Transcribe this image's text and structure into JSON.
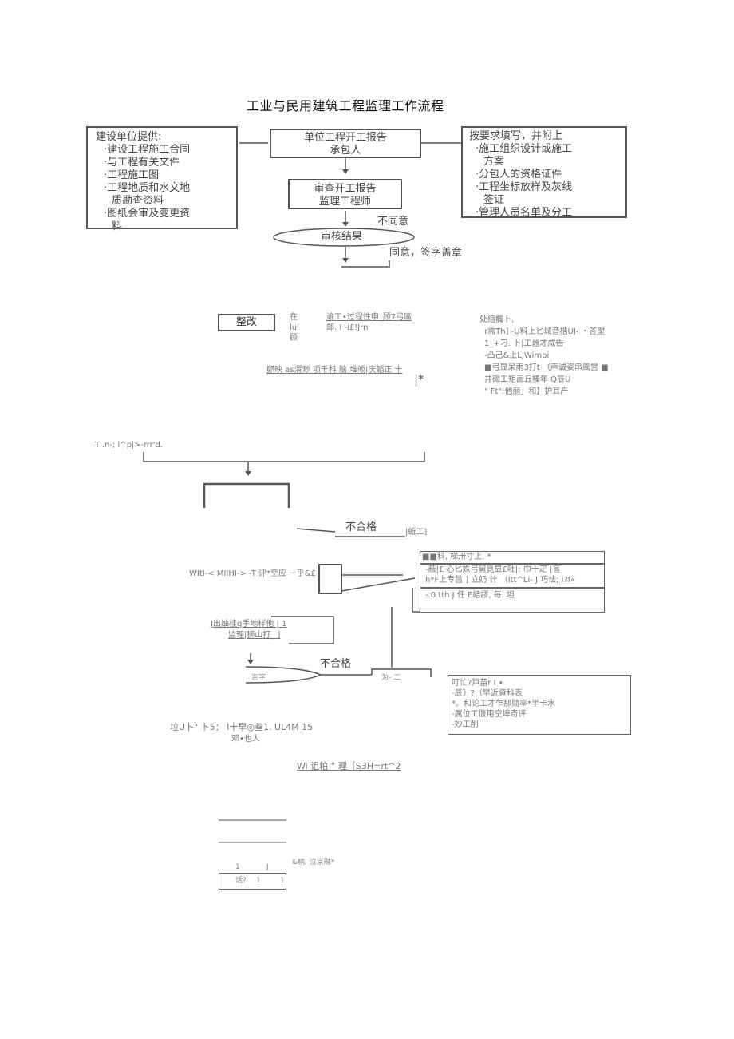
{
  "title": "工业与民用建筑工程监理工作流程",
  "top": {
    "left_box": {
      "heading": "建设单位提供:",
      "items": [
        "·建设工程施工合同",
        "·与工程有关文件",
        "·工程施工图",
        "·工程地质和水文地",
        "质勘查资料",
        "·图纸会审及变更资",
        "料"
      ]
    },
    "center_box1": [
      "单位工程开工报告",
      "承包人"
    ],
    "center_box2": [
      "审查开工报告",
      "监理工程师"
    ],
    "ellipse": "审核结果",
    "disagree": "不同意",
    "agree": "同意，签字盖章",
    "right_box": {
      "heading": "按要求填写，并附上",
      "items": [
        "·施工组织设计或施工",
        "方案",
        "·分包人的资格证件",
        "·工程坐标放样及灰线",
        "签证",
        "·管理人员名单及分工"
      ]
    }
  },
  "mid": {
    "rectify_box": "整改",
    "col_a": [
      "在",
      "luj",
      "顾"
    ],
    "col_b": [
      "谕工•过程性申_顾7弓區",
      "邮. I -i£!Jrn"
    ],
    "row_under": "卵映  as渭渺  项千科  脑  堆皈|庆韜正  十",
    "cursor_mark": "|*",
    "right_block": [
      "处缩髑卜,",
      "r需Th] -U料上匕城音梏UJ-  ・答塱",
      "1_+刁. 卜|工嚣才咸告",
      "-凸己&上LJWimbi",
      "■弓显呆雨3打t （声诚姿串風営  ■",
      "井碣工矩画丘榛年 Q辰U",
      "\" Ft\":他丽」和】护耳产"
    ]
  },
  "lower": {
    "left_label": "T'.n-;  i^pj>-rrr'd.",
    "unqualified_1": "不合格",
    "workers": "|蚯工]",
    "right_box_a_head": "■■科, 梯卅寸上. *",
    "right_box_a_rows": [
      "-蔽|£  心匕姝弓舅覓显£吐|:  巾十疋  |盲",
      "h*F上专吕 ] 立奶  计  （Itt^Li- J 巧怯;   i?f«"
    ],
    "right_box_b": "-.0 tth J 任 E結謬, 每. 坦",
    "left_row": "WItI-< MIIHI-> -T  评*空应  ···乎&£",
    "mid_rows": [
      "J出妯桂q手地样他 | 1",
      "监理|狮山打_ ]"
    ],
    "unqualified_2": "不合格",
    "ellipse_text": "吉字",
    "right_half_text": "为- 二",
    "lower_right_box": [
      "叮忙?戸苗r I  •",
      "-辰》?（早近資科表",
      "*。和论工才乍那勋率*半卡水",
      "-厲位工偃用空埠奇评",
      "-妙工削"
    ],
    "bottom_left_a": "垃U卜\" 卜5：   I十早◎叁1. UL4M 15",
    "bottom_left_b": "邓•也人",
    "bottom_center": "Wi 诅粕   “ 理［S3H=rt^2",
    "tiny_row_a": "1",
    "tiny_row_b": "J",
    "tiny_row_c": "&柄, 泣京融*",
    "last_row_a": "话?",
    "last_row_b": "1",
    "last_row_c": "1"
  }
}
